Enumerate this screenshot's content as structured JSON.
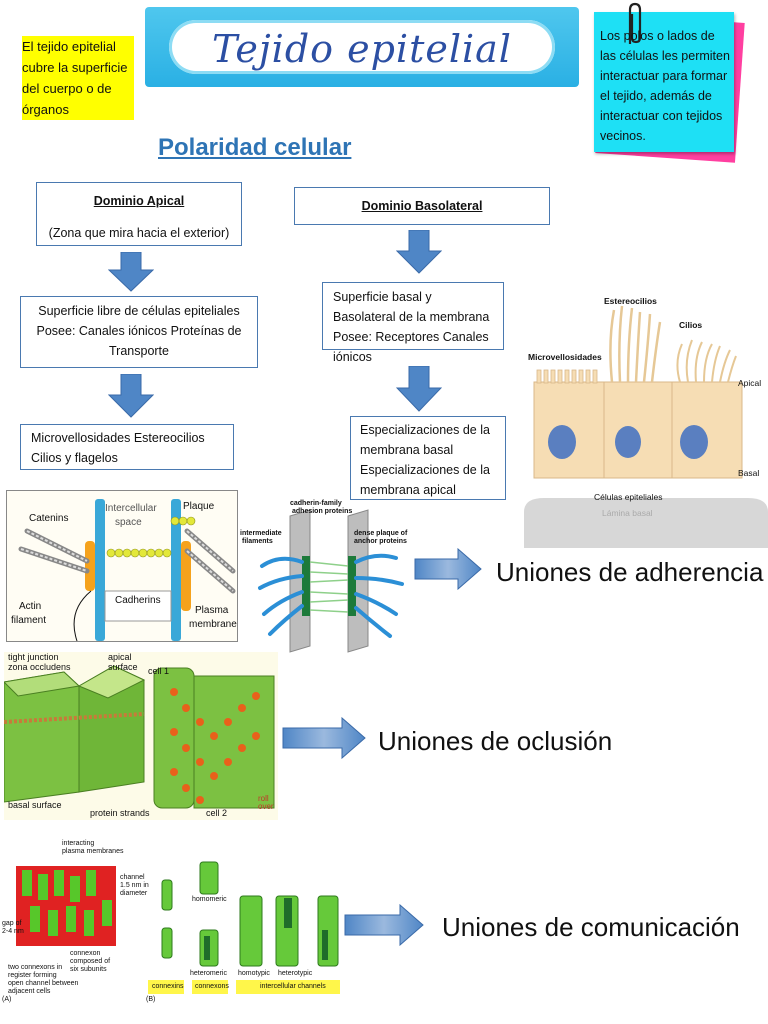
{
  "intro_note": "El tejido epitelial cubre la superficie del cuerpo o de órganos",
  "title": "Tejido epitelial",
  "side_note": "Los polos o lados de las células les permiten interactuar para formar el tejido, además de interactuar con tejidos vecinos.",
  "section_heading": "Polaridad celular",
  "apical": {
    "title": "Dominio Apical",
    "subtitle": "(Zona que mira hacia el exterior)",
    "box1": "Superficie libre de células epiteliales Posee: Canales iónicos Proteínas de Transporte",
    "box2": "Microvellosidades Estereocilios Cilios y flagelos"
  },
  "basolateral": {
    "title": "Dominio Basolateral",
    "box1": "Superficie basal y Basolateral de la membrana Posee: Receptores Canales iónicos",
    "box2": "Especializaciones de la membrana basal Especializaciones de la membrana apical"
  },
  "cells_figure": {
    "estereocilios": "Estereocilios",
    "cilios": "Cilios",
    "microvellosidades": "Microvellosidades",
    "apical": "Apical",
    "basal": "Basal",
    "caption": "Células epiteliales",
    "caption2": "Lámina basal"
  },
  "adherens_figure": {
    "catenins": "Catenins",
    "intercellular": "Intercellular",
    "space": "space",
    "plaque": "Plaque",
    "actin": "Actin",
    "filament": "filament",
    "cadherins": "Cadherins",
    "plasma": "Plasma",
    "membrane": "membrane"
  },
  "cadherin_figure": {
    "cadherin_family": "cadherin-family",
    "adhesion_proteins": "adhesion proteins",
    "intermediate": "intermediate",
    "filaments": "filaments",
    "dense_plaque": "dense plaque of",
    "anchor_proteins": "anchor proteins"
  },
  "tight_figure": {
    "tight_junction": "tight junction",
    "zona_occludens": "zona occludens",
    "apical": "apical",
    "surface": "surface",
    "cell1": "cell 1",
    "basal_surface": "basal surface",
    "protein_strands": "protein strands",
    "cell2": "cell 2",
    "roll": "roll",
    "over": "over"
  },
  "gap_figure": {
    "interacting": "interacting",
    "plasma_membranes": "plasma membranes",
    "channel": "channel",
    "channel_size": "1.5 nm in",
    "diameter": "diameter",
    "gap": "gap of",
    "gap_size": "2-4 nm",
    "connexon": "connexon",
    "composed": "composed of",
    "subunits": "six subunits",
    "two_connexons": "two connexons in",
    "register": "register forming",
    "open_channel": "open channel between",
    "adjacent": "adjacent cells",
    "homomeric": "homomeric",
    "heteromeric": "heteromeric",
    "homotypic": "homotypic",
    "heterotypic": "heterotypic",
    "connexins": "connexins",
    "connexons": "connexons",
    "intercellular_channels": "intercellular channels",
    "panel_a": "(A)",
    "panel_b": "(B)"
  },
  "labels": {
    "adherencia": "Uniones de adherencia",
    "oclusion": "Uniones de oclusión",
    "comunicacion": "Uniones de comunicación"
  },
  "colors": {
    "box_border": "#4a79b0",
    "arrow_fill": "#4f86c6",
    "heading": "#2e74b5",
    "highlight": "#ffff00",
    "note": "#1ee0f5",
    "note_back": "#ff3fa0"
  }
}
